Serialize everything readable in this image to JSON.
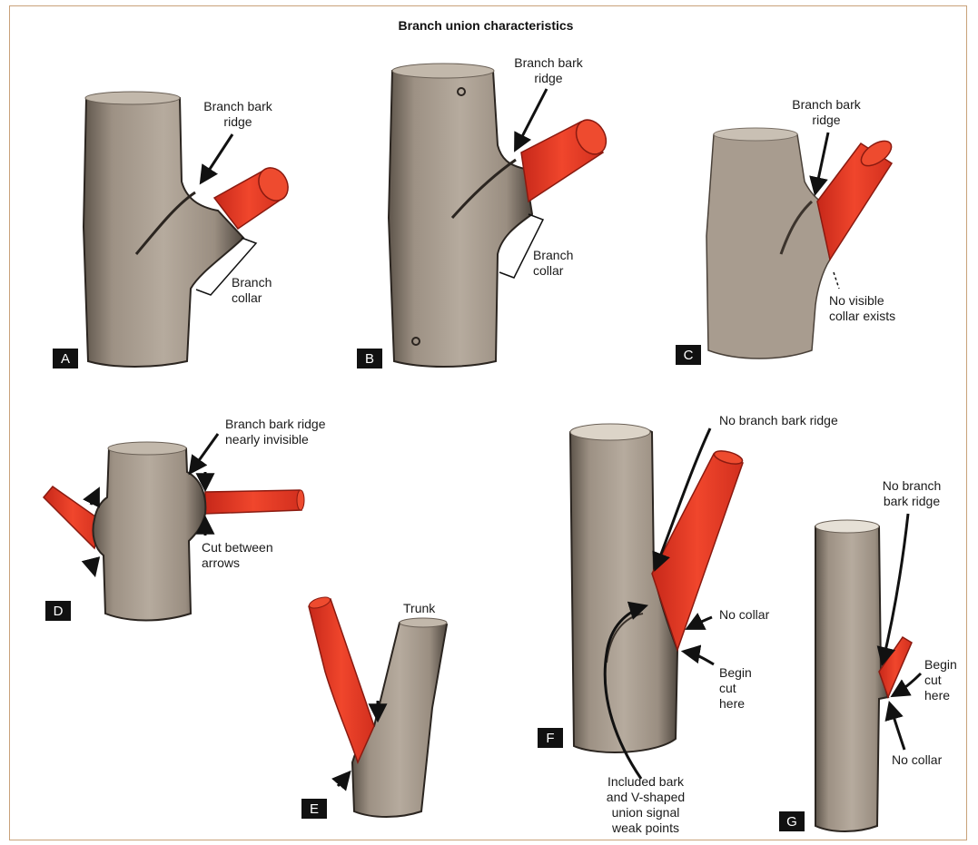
{
  "title": "Branch union characteristics",
  "colors": {
    "branch": "#ee3a22",
    "bark": "#a69a8c",
    "bark_dark": "#2b2520",
    "tag": "#111111"
  },
  "panels": {
    "A": {
      "tag": "A",
      "ridge": [
        "Branch bark",
        "ridge"
      ],
      "collar": [
        "Branch",
        "collar"
      ]
    },
    "B": {
      "tag": "B",
      "ridge": [
        "Branch bark",
        "ridge"
      ],
      "collar": [
        "Branch",
        "collar"
      ]
    },
    "C": {
      "tag": "C",
      "ridge": [
        "Branch bark",
        "ridge"
      ],
      "collar": [
        "No visible",
        "collar exists"
      ]
    },
    "D": {
      "tag": "D",
      "ridge": [
        "Branch bark ridge",
        "nearly invisible"
      ],
      "cut": [
        "Cut between",
        "arrows"
      ]
    },
    "E": {
      "tag": "E",
      "trunk": "Trunk"
    },
    "F": {
      "tag": "F",
      "ridge": "No branch bark ridge",
      "collar": "No collar",
      "begin": [
        "Begin",
        "cut",
        "here"
      ],
      "included": [
        "Included bark",
        "and V-shaped",
        "union signal",
        "weak points"
      ]
    },
    "G": {
      "tag": "G",
      "ridge": [
        "No branch",
        "bark ridge"
      ],
      "begin": [
        "Begin",
        "cut",
        "here"
      ],
      "collar": "No collar"
    }
  }
}
